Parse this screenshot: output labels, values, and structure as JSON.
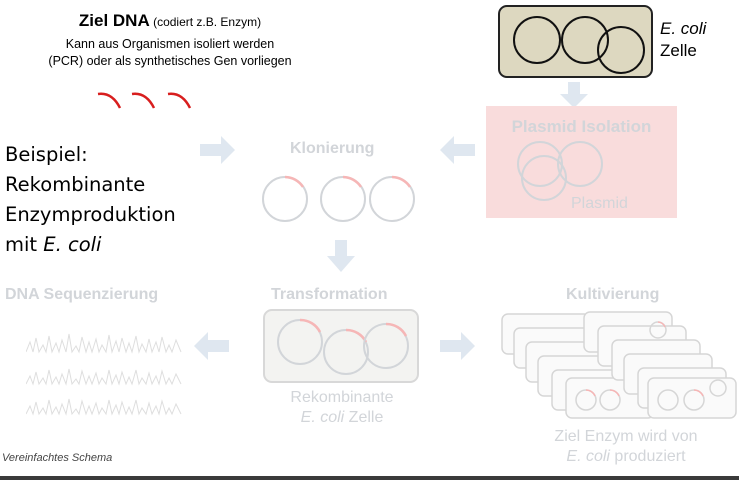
{
  "ziel": {
    "title_bold": "Ziel DNA",
    "title_rest": "(codiert z.B. Enzym)",
    "line1": "Kann aus Organismen isoliert werden",
    "line2": "(PCR) oder als synthetisches Gen vorliegen"
  },
  "beispiel": {
    "line1": "Beispiel:",
    "line2": "Rekombinante",
    "line3": "Enzymproduktion",
    "line4_prefix": "mit ",
    "line4_italic": "E. coli"
  },
  "ecoli": {
    "label_italic": "E. coli",
    "label_second": "Zelle"
  },
  "steps": {
    "plasmid_isolation": "Plasmid Isolation",
    "plasmid_label": "Plasmid",
    "klonierung": "Klonierung",
    "transformation": "Transformation",
    "rekombinante_line1": "Rekombinante",
    "rekombinante_italic": "E. coli",
    "rekombinante_rest": " Zelle",
    "dna_sequenzierung": "DNA Sequenzierung",
    "kultivierung": "Kultivierung",
    "kultivierung_line1": "Ziel Enzym wird von",
    "kultivierung_italic": "E. coli",
    "kultivierung_rest": " produziert"
  },
  "footnote": "Vereinfachtes Schema",
  "colors": {
    "dna_red": "#d81e1e",
    "faded_gray": "#d2d5d9",
    "arrow_blue": "#dfe7f0",
    "cell_fill": "#ddd8c0",
    "plasmid_box": "#f9dcdc"
  }
}
